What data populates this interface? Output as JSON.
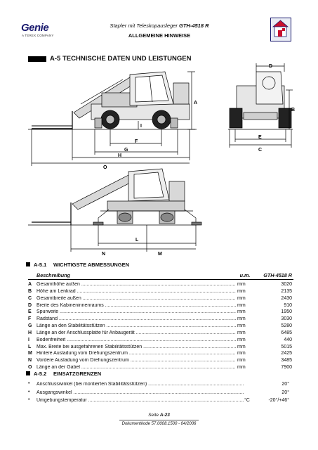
{
  "header": {
    "logo_word": "Genie",
    "logo_sub": "A TEREX COMPANY",
    "title_prefix": "Stapler mit Teleskopausleger",
    "title_model": "GTH-4518 R",
    "subtitle": "ALLGEMEINE HINWEISE"
  },
  "section": {
    "number": "A-5",
    "title": "TECHNISCHE DATEN UND LEISTUNGEN"
  },
  "drawing_labels": {
    "A": "A",
    "B": "B",
    "C": "C",
    "D": "D",
    "E": "E",
    "F": "F",
    "G": "G",
    "H": "H",
    "I": "I",
    "L": "L",
    "M": "M",
    "N": "N",
    "O": "O"
  },
  "dimensions": {
    "number": "A-5.1",
    "title": "WICHTIGSTE ABMESSUNGEN",
    "col_desc": "Beschreibung",
    "col_unit": "u.m.",
    "col_model": "GTH-4518 R",
    "rows": [
      {
        "letter": "A",
        "desc": "Gesamthöhe außen",
        "unit": "mm",
        "value": "3020"
      },
      {
        "letter": "B",
        "desc": "Höhe am Lenkrad",
        "unit": "mm",
        "value": "2135"
      },
      {
        "letter": "C",
        "desc": "Gesamtbreite außen",
        "unit": "mm",
        "value": "2430"
      },
      {
        "letter": "D",
        "desc": "Breite des Kabineninnenraums",
        "unit": "mm",
        "value": "910"
      },
      {
        "letter": "E",
        "desc": "Spurweite",
        "unit": "mm",
        "value": "1950"
      },
      {
        "letter": "F",
        "desc": "Radstand",
        "unit": "mm",
        "value": "3030"
      },
      {
        "letter": "G",
        "desc": "Länge an den Stabilitätsstützen",
        "unit": "mm",
        "value": "5280"
      },
      {
        "letter": "H",
        "desc": "Länge an der Anschlussplatte für Anbaugerät",
        "unit": "mm",
        "value": "6485"
      },
      {
        "letter": "I",
        "desc": "Bodenfreiheit",
        "unit": "mm",
        "value": "440"
      },
      {
        "letter": "L",
        "desc": "Max. Breite bei ausgefahrenen Stabilitätsstützen",
        "unit": "mm",
        "value": "5015"
      },
      {
        "letter": "M",
        "desc": "Hintere Ausladung vom Drehungszentrum",
        "unit": "mm",
        "value": "2425"
      },
      {
        "letter": "N",
        "desc": "Vordere Ausladung vom Drehungszentrum",
        "unit": "mm",
        "value": "3485"
      },
      {
        "letter": "O",
        "desc": "Länge an der Gabel",
        "unit": "mm",
        "value": "7900"
      }
    ]
  },
  "limits": {
    "number": "A-5.2",
    "title": "EINSATZGRENZEN",
    "bullet": "•",
    "rows": [
      {
        "desc": "Anschlusswinkel (bei montierten Stabilitätsstützen)",
        "unit": "",
        "value": "20°"
      },
      {
        "desc": "Ausgangswinkel",
        "unit": "",
        "value": "20°"
      },
      {
        "desc": "Umgebungstemperatur",
        "unit": "°C",
        "value": "-20°/+46°"
      }
    ]
  },
  "footer": {
    "page_prefix": "Seite",
    "page_number": "A-23",
    "doc_code": "Dokumentkode 57.0008.1500 - 04/2006"
  },
  "colors": {
    "brand": "#1a1a6e",
    "home_icon_roof": "#c8102e"
  },
  "icons": [
    "home-icon"
  ]
}
